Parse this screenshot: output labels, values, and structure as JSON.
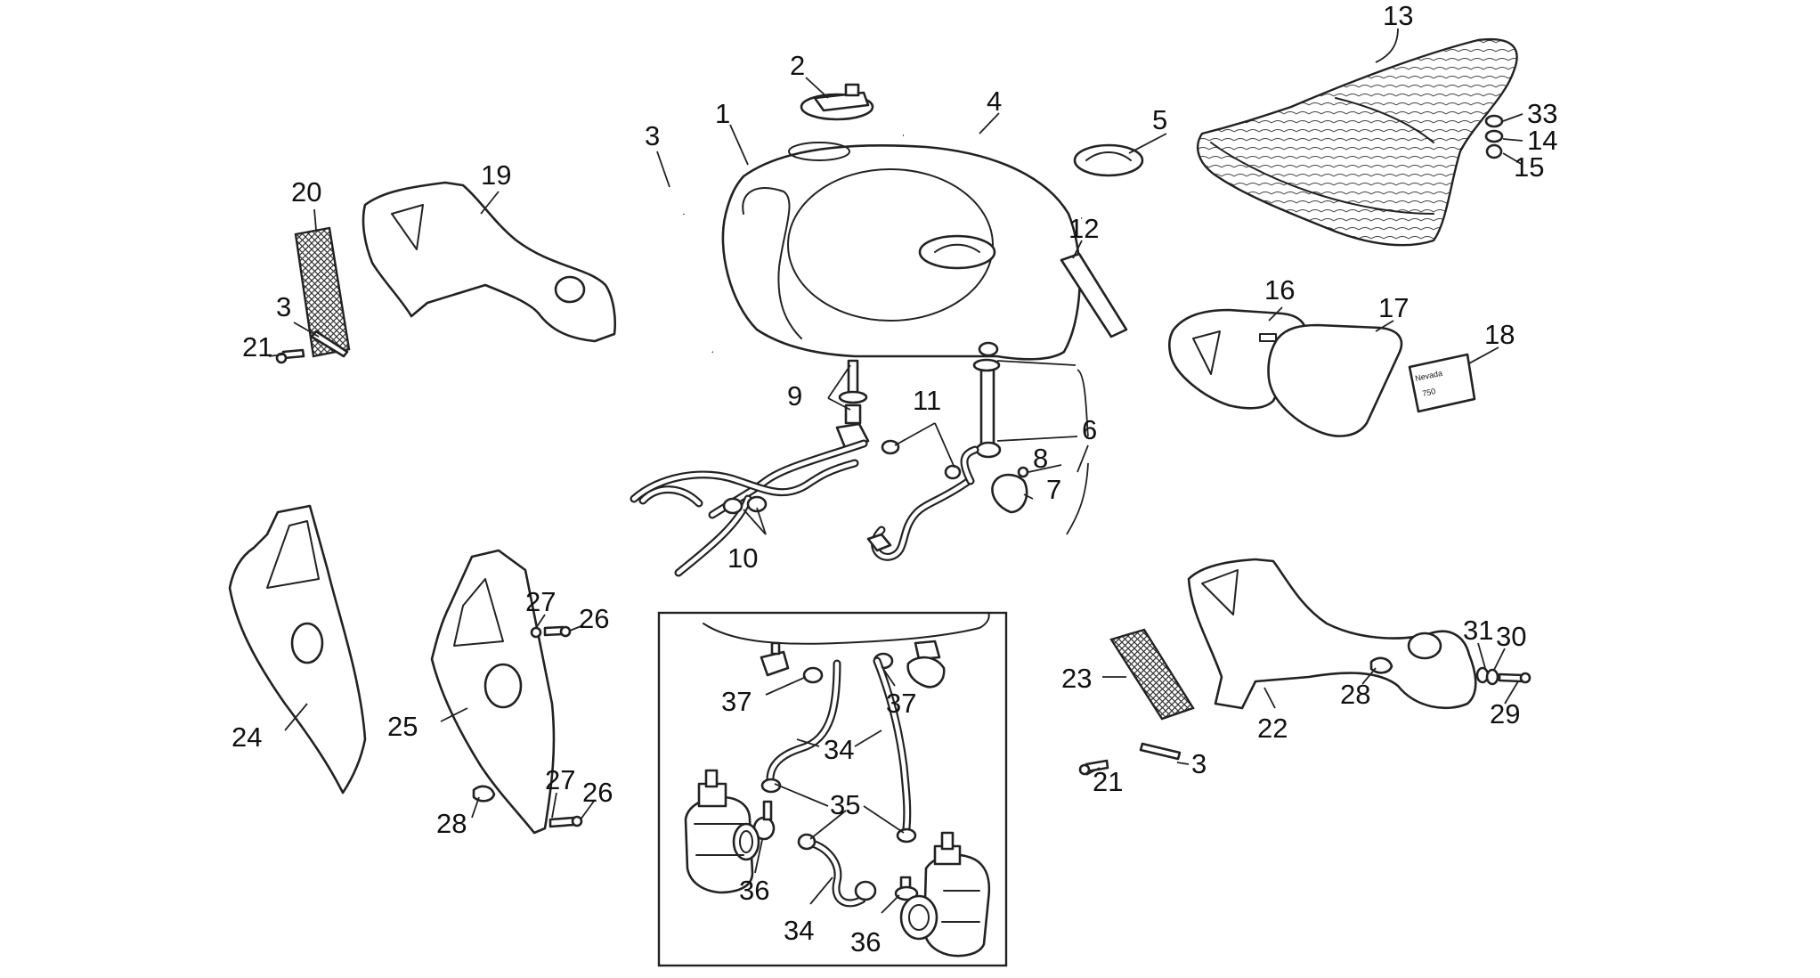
{
  "labels": {
    "l1": "1",
    "l2": "2",
    "l3a": "3",
    "l3b": "3",
    "l3c": "3",
    "l4": "4",
    "l5": "5",
    "l6": "6",
    "l7": "7",
    "l8": "8",
    "l9": "9",
    "l10": "10",
    "l11": "11",
    "l12": "12",
    "l13": "13",
    "l14": "14",
    "l15": "15",
    "l16": "16",
    "l17": "17",
    "l18": "18",
    "l19": "19",
    "l20": "20",
    "l21a": "21",
    "l21b": "21",
    "l22": "22",
    "l23": "23",
    "l24": "24",
    "l25": "25",
    "l26a": "26",
    "l26b": "26",
    "l27a": "27",
    "l27b": "27",
    "l28a": "28",
    "l28b": "28",
    "l29": "29",
    "l30": "30",
    "l31": "31",
    "l33": "33",
    "l34a": "34",
    "l34b": "34",
    "l35": "35",
    "l36a": "36",
    "l36b": "36",
    "l37a": "37",
    "l37b": "37"
  },
  "decal": {
    "line1": "Nevada",
    "line2": "750"
  }
}
